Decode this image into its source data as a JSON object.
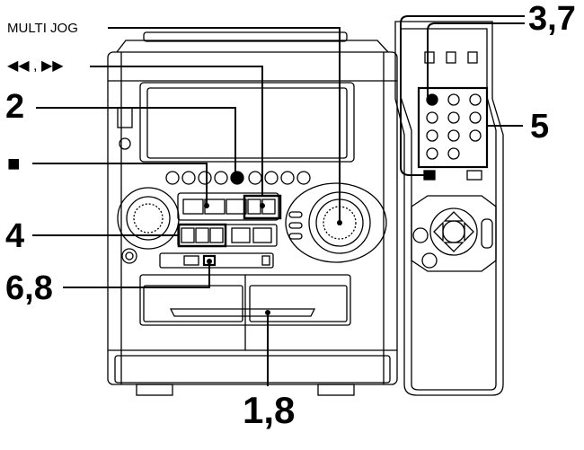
{
  "labels": {
    "multi_jog": "MULTI JOG",
    "rew_ff": "◀◀ , ▶▶",
    "stop_symbol": "■",
    "num_2": "2",
    "num_3_7": "3,7",
    "num_4": "4",
    "num_5": "5",
    "num_6_8": "6,8",
    "num_1_8": "1,8"
  }
}
